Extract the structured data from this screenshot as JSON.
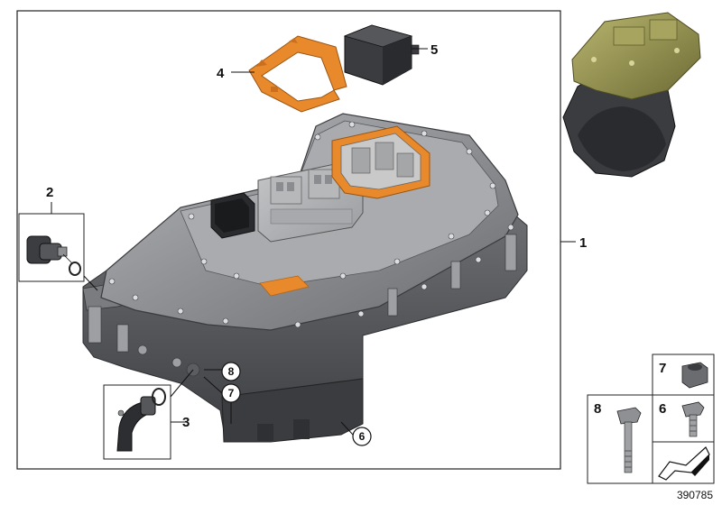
{
  "callouts": {
    "main_assembly": "1",
    "sensor": "2",
    "coolant_pipe": "3",
    "orange_bracket": "4",
    "cover_cap": "5",
    "circle_screw": "6",
    "circle_nut": "7",
    "circle_bolt": "8"
  },
  "hardware_panel": {
    "nut": "7",
    "screw": "6",
    "bolt": "8"
  },
  "catalog_number": "390785",
  "colors": {
    "housing": "#8e9094",
    "housing_dark": "#4a4c50",
    "accent_orange": "#e8892b",
    "connector_grey": "#c8c9c8",
    "motor_olive": "#8d8a4a",
    "frame": "#222222"
  }
}
